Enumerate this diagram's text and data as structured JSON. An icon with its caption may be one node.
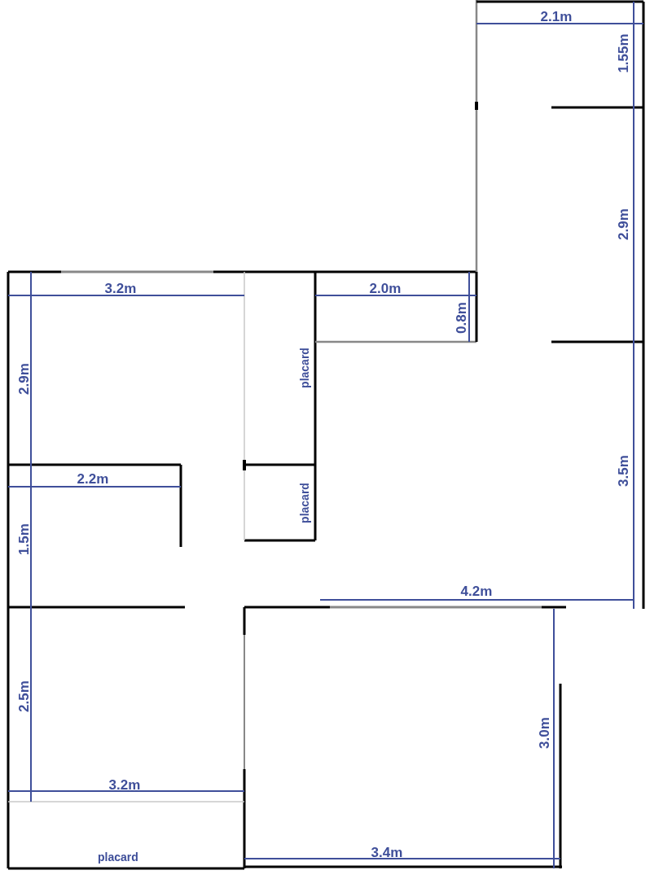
{
  "diagram": {
    "labels": [
      "2.1m",
      "1.55m",
      "2.9m",
      "3.2m",
      "2.0m",
      "0.8m",
      "placard",
      "2.9m",
      "2.2m",
      "placard",
      "3.5m",
      "1.5m",
      "4.2m",
      "2.5m",
      "3.0m",
      "3.2m",
      "3.4m",
      "placard"
    ]
  }
}
